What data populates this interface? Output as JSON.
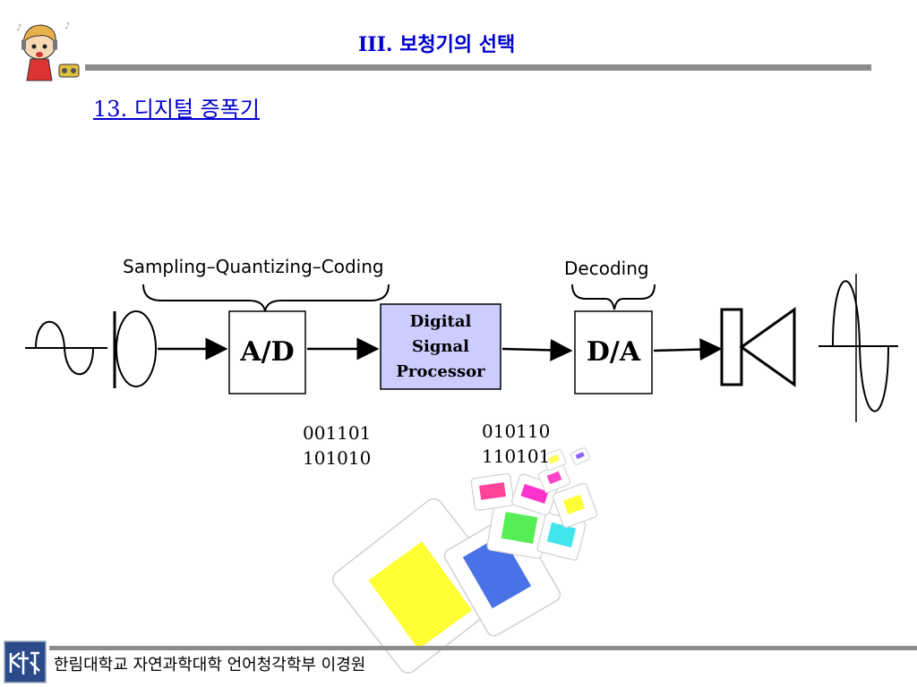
{
  "header": {
    "title": "III. 보청기의 선택",
    "subtitle": "13. 디지털 증폭기"
  },
  "diagram": {
    "brace_left_label": "Sampling–Quantizing–Coding",
    "brace_right_label": "Decoding",
    "ad_label": "A/D",
    "dsp_label_lines": [
      "Digital",
      "Signal",
      "Processor"
    ],
    "da_label": "D/A",
    "codes_left": [
      "001101",
      "101010"
    ],
    "codes_right": [
      "010110",
      "110101"
    ],
    "colors": {
      "dsp_fill": "#ccccff",
      "title_blue": "#0000cc",
      "rule_gray": "#8c8c8c"
    }
  },
  "footer": {
    "text": "한림대학교 자연과학대학 언어청각학부 이경원"
  }
}
